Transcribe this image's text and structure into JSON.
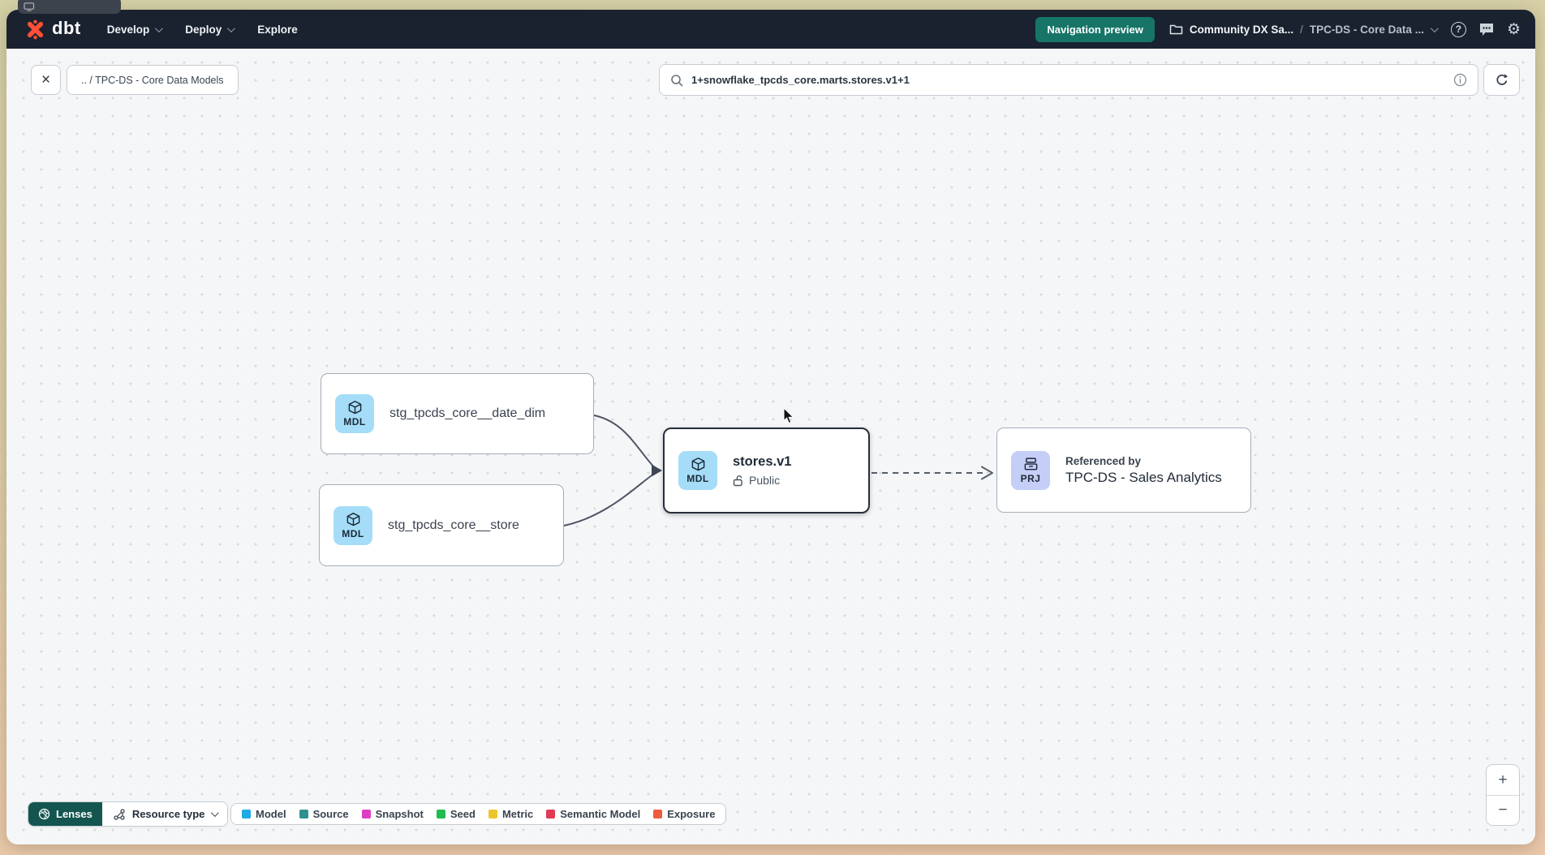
{
  "icons": {
    "close": "×",
    "question": "?",
    "gear": "⚙"
  },
  "colors": {
    "navbar_bg": "#1a2230",
    "preview_button": "#177568",
    "lenses_button": "#14564f",
    "model_badge": "#a5ddf8",
    "project_badge": "#c4cef6"
  },
  "navbar": {
    "logo": "dbt",
    "menu": [
      {
        "label": "Develop"
      },
      {
        "label": "Deploy"
      },
      {
        "label": "Explore"
      }
    ],
    "preview_button": "Navigation preview",
    "account_name": "Community DX Sa...",
    "path_separator": "/",
    "project_name": "TPC-DS - Core Data ..."
  },
  "toolbar": {
    "breadcrumb": ".. / TPC-DS - Core Data Models",
    "search_value": "1+snowflake_tpcds_core.marts.stores.v1+1"
  },
  "graph": {
    "nodes": {
      "date_dim": {
        "badge": "MDL",
        "label": "stg_tpcds_core__date_dim"
      },
      "store": {
        "badge": "MDL",
        "label": "stg_tpcds_core__store"
      },
      "stores_v1": {
        "badge": "MDL",
        "label": "stores.v1",
        "access": "Public"
      },
      "sales_analytics": {
        "badge": "PRJ",
        "kicker": "Referenced by",
        "label": "TPC-DS - Sales Analytics"
      }
    }
  },
  "footer": {
    "lenses_label": "Lenses",
    "resource_type_label": "Resource type",
    "legend": [
      {
        "label": "Model",
        "color": "#1eaae4"
      },
      {
        "label": "Source",
        "color": "#2f918e"
      },
      {
        "label": "Snapshot",
        "color": "#dd3fc4"
      },
      {
        "label": "Seed",
        "color": "#1fbc4f"
      },
      {
        "label": "Metric",
        "color": "#eec52c"
      },
      {
        "label": "Semantic Model",
        "color": "#e13a52"
      },
      {
        "label": "Exposure",
        "color": "#ee5b3f"
      }
    ],
    "zoom_in": "+",
    "zoom_out": "−"
  }
}
